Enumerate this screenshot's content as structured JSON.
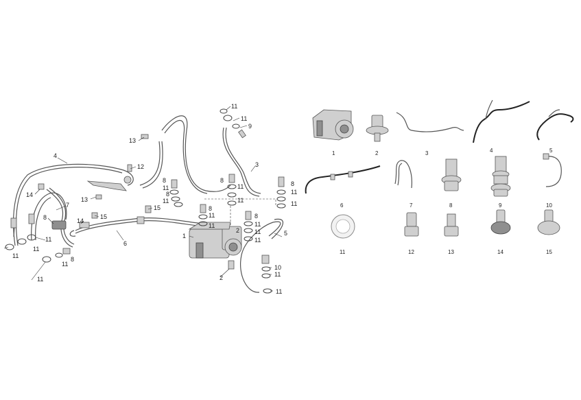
{
  "exploded_callouts": [
    {
      "id": "c1",
      "text": "1"
    },
    {
      "id": "c2",
      "text": "2"
    },
    {
      "id": "c3",
      "text": "3"
    },
    {
      "id": "c4",
      "text": "4"
    },
    {
      "id": "c5",
      "text": "5"
    },
    {
      "id": "c6",
      "text": "6"
    },
    {
      "id": "c7",
      "text": "7"
    },
    {
      "id": "c8a",
      "text": "8"
    },
    {
      "id": "c8b",
      "text": "8"
    },
    {
      "id": "c8c",
      "text": "8"
    },
    {
      "id": "c8d",
      "text": "8"
    },
    {
      "id": "c8e",
      "text": "8"
    },
    {
      "id": "c8f",
      "text": "8"
    },
    {
      "id": "c8g",
      "text": "8"
    },
    {
      "id": "c9",
      "text": "9"
    },
    {
      "id": "c10",
      "text": "10"
    },
    {
      "id": "c11a",
      "text": "11"
    },
    {
      "id": "c11b",
      "text": "11"
    },
    {
      "id": "c11c",
      "text": "11"
    },
    {
      "id": "c11d",
      "text": "11"
    },
    {
      "id": "c11e",
      "text": "11"
    },
    {
      "id": "c11f",
      "text": "11"
    },
    {
      "id": "c11g",
      "text": "11"
    },
    {
      "id": "c11h",
      "text": "11"
    },
    {
      "id": "c11i",
      "text": "11"
    },
    {
      "id": "c11j",
      "text": "11"
    },
    {
      "id": "c11k",
      "text": "11"
    },
    {
      "id": "c11l",
      "text": "11"
    },
    {
      "id": "c11m",
      "text": "11"
    },
    {
      "id": "c11n",
      "text": "11"
    },
    {
      "id": "c11o",
      "text": "11"
    },
    {
      "id": "c11p",
      "text": "11"
    },
    {
      "id": "c11q",
      "text": "11"
    },
    {
      "id": "c11r",
      "text": "11"
    },
    {
      "id": "c11s",
      "text": "11"
    },
    {
      "id": "c12",
      "text": "12"
    },
    {
      "id": "c13a",
      "text": "13"
    },
    {
      "id": "c13b",
      "text": "13"
    },
    {
      "id": "c14a",
      "text": "14"
    },
    {
      "id": "c14b",
      "text": "14"
    },
    {
      "id": "c15a",
      "text": "15"
    },
    {
      "id": "c15b",
      "text": "15"
    }
  ],
  "parts_catalog": [
    {
      "id": "p1",
      "number": "1"
    },
    {
      "id": "p2",
      "number": "2"
    },
    {
      "id": "p3",
      "number": "3"
    },
    {
      "id": "p4",
      "number": "4"
    },
    {
      "id": "p5",
      "number": "5"
    },
    {
      "id": "p6",
      "number": "6"
    },
    {
      "id": "p7",
      "number": "7"
    },
    {
      "id": "p8",
      "number": "8"
    },
    {
      "id": "p9",
      "number": "9"
    },
    {
      "id": "p10",
      "number": "10"
    },
    {
      "id": "p11",
      "number": "11"
    },
    {
      "id": "p12",
      "number": "12"
    },
    {
      "id": "p13",
      "number": "13"
    },
    {
      "id": "p14",
      "number": "14"
    },
    {
      "id": "p15",
      "number": "15"
    }
  ],
  "colors": {
    "line": "#555555",
    "text": "#222222",
    "part_fill": "#cfcfcf",
    "hose_dark": "#222222"
  }
}
